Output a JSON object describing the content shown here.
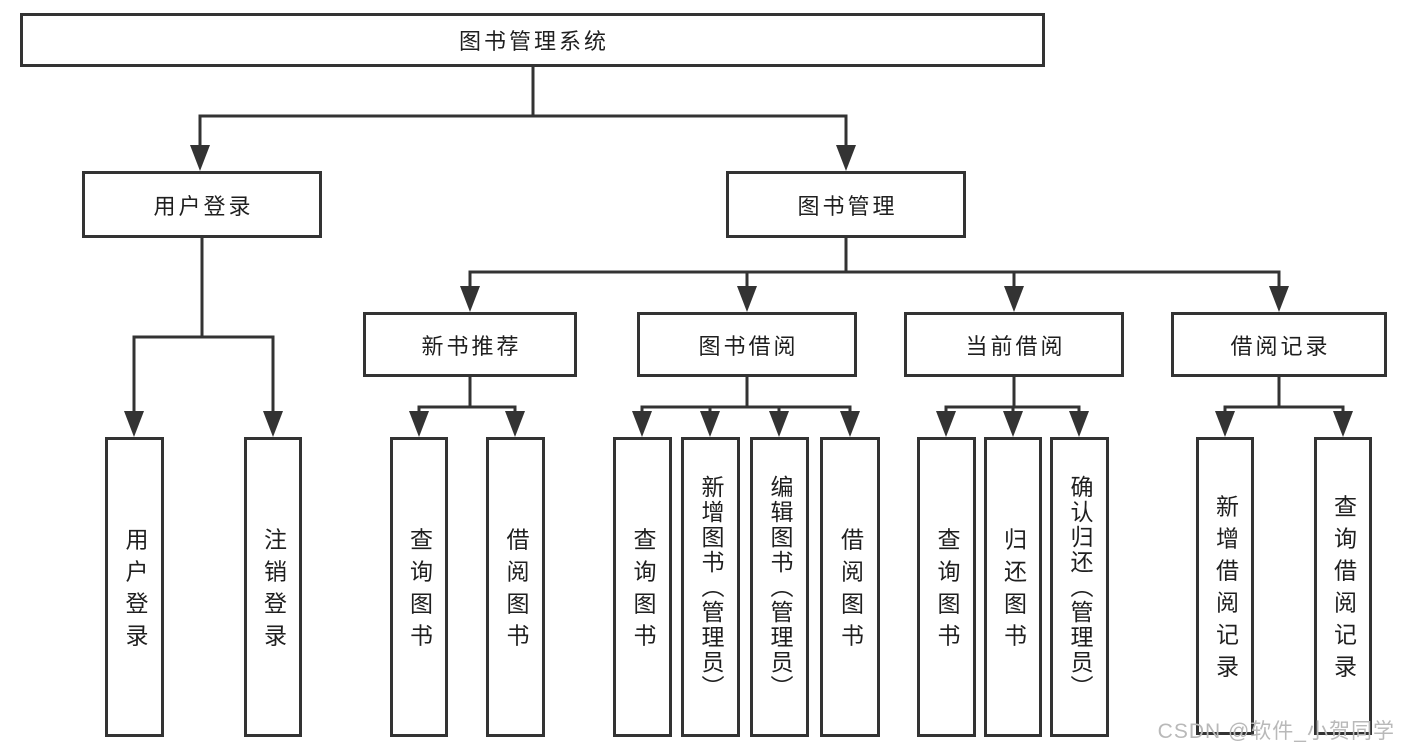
{
  "diagram": {
    "title": "图书管理系统",
    "level2": {
      "user_login": "用户登录",
      "book_management": "图书管理"
    },
    "level3": {
      "new_book_recommend": "新书推荐",
      "book_borrow": "图书借阅",
      "current_borrow": "当前借阅",
      "borrow_records": "借阅记录"
    },
    "leaves": {
      "user_login": "用户登录",
      "logout": "注销登录",
      "recommend_query_books": "查询图书",
      "recommend_borrow_books": "借阅图书",
      "borrow_query_books": "查询图书",
      "borrow_add_books_admin": "新增图书（管理员）",
      "borrow_edit_books_admin": "编辑图书（管理员）",
      "borrow_borrow_books": "借阅图书",
      "current_query_books": "查询图书",
      "current_return_books": "归还图书",
      "current_confirm_return_admin": "确认归还（管理员）",
      "records_add_borrow_record": "新增借阅记录",
      "records_query_borrow_record": "查询借阅记录"
    }
  },
  "watermark": "CSDN @软件_小贺同学",
  "colors": {
    "line": "#333333",
    "box_border": "#333333",
    "box_fill": "#ffffff",
    "text": "#1f1f1f",
    "watermark": "#b9b9b9",
    "background": "#ffffff"
  }
}
